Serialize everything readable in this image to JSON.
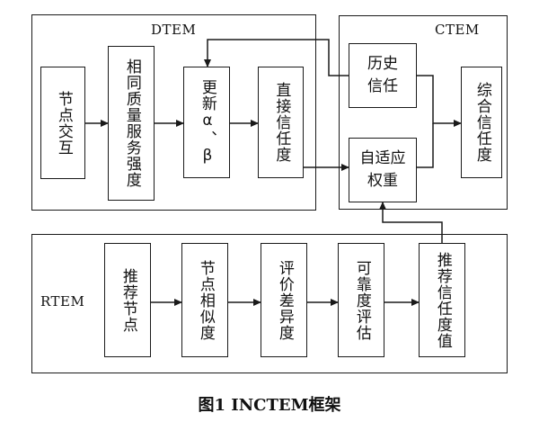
{
  "frames": {
    "dtem": "DTEM",
    "ctem": "CTEM",
    "rtem": "RTEM"
  },
  "nodes": {
    "node_interaction": "节点交互",
    "qos_strength": "相同质量服务强度",
    "update_alpha_beta": "更新α、β",
    "direct_trust": "直接信任度",
    "history_trust": "历史\n信任",
    "adaptive_weight": "自适应\n权重",
    "comprehensive_trust": "综合信任度",
    "recommend_node": "推荐节点",
    "node_similarity": "节点相似度",
    "evaluation_difference": "评价差异度",
    "reliability_assessment": "可靠度评估",
    "recommended_trust": "推荐信任度值"
  },
  "caption": "图1  INCTEM框架"
}
